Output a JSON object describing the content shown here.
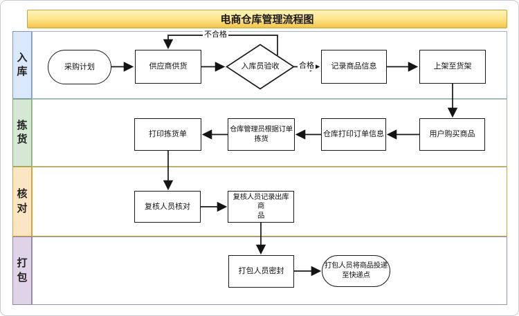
{
  "title": "电商仓库管理流程图",
  "lanes": [
    {
      "id": "inbound",
      "label": "入库",
      "fill": "#dae8fc",
      "border": "#7d97c0",
      "row_border": "#9fb0c8"
    },
    {
      "id": "picking",
      "label": "拣货",
      "fill": "#d5e8d4",
      "border": "#84a96c",
      "row_border": "#a7bf9a"
    },
    {
      "id": "checking",
      "label": "核对",
      "fill": "#fbe5c2",
      "border": "#d0a63e",
      "row_border": "#cfa43e"
    },
    {
      "id": "packing",
      "label": "打包",
      "fill": "#e0d3e8",
      "border": "#9184a8",
      "row_border": "#9d93a9"
    }
  ],
  "nodes": {
    "purchase_plan": {
      "label": "采购计划",
      "shape": "stadium",
      "lane": "入库"
    },
    "supplier_supply": {
      "label": "供应商供货",
      "shape": "rect",
      "lane": "入库"
    },
    "inspector_accept": {
      "label": "入库员验收",
      "shape": "diamond",
      "lane": "入库"
    },
    "record_product_info": {
      "label": "记录商品信息",
      "shape": "rect",
      "lane": "入库"
    },
    "shelve_goods": {
      "label": "上架至货架",
      "shape": "rect",
      "lane": "入库"
    },
    "user_purchase": {
      "label": "用户购买商品",
      "shape": "rect",
      "lane": "拣货"
    },
    "warehouse_print_order": {
      "label": "仓库打印订单信息",
      "shape": "rect",
      "lane": "拣货"
    },
    "pick_by_order": {
      "label": "仓库管理员根据订单\n拣货",
      "shape": "rect",
      "lane": "拣货"
    },
    "print_pick_list": {
      "label": "打印拣货单",
      "shape": "rect",
      "lane": "拣货"
    },
    "reviewer_verify": {
      "label": "复核人员核对",
      "shape": "rect",
      "lane": "核对"
    },
    "reviewer_record_outbound": {
      "label": "复核人员记录出库商\n品",
      "shape": "rect",
      "lane": "核对"
    },
    "packer_seal": {
      "label": "打包人员密封",
      "shape": "rect",
      "lane": "打包"
    },
    "deliver_to_courier": {
      "label": "打包人员将商品投递\n至快递点",
      "shape": "stadium",
      "lane": "打包"
    }
  },
  "edge_labels": {
    "pass": "合格",
    "fail": "不合格"
  },
  "edges": [
    {
      "from": "purchase_plan",
      "to": "supplier_supply"
    },
    {
      "from": "supplier_supply",
      "to": "inspector_accept"
    },
    {
      "from": "inspector_accept",
      "to": "record_product_info",
      "label": "合格"
    },
    {
      "from": "inspector_accept",
      "to": "supplier_supply",
      "label": "不合格"
    },
    {
      "from": "record_product_info",
      "to": "shelve_goods"
    },
    {
      "from": "shelve_goods",
      "to": "user_purchase"
    },
    {
      "from": "user_purchase",
      "to": "warehouse_print_order"
    },
    {
      "from": "warehouse_print_order",
      "to": "pick_by_order"
    },
    {
      "from": "pick_by_order",
      "to": "print_pick_list"
    },
    {
      "from": "print_pick_list",
      "to": "reviewer_verify"
    },
    {
      "from": "reviewer_verify",
      "to": "reviewer_record_outbound"
    },
    {
      "from": "reviewer_record_outbound",
      "to": "packer_seal"
    },
    {
      "from": "packer_seal",
      "to": "deliver_to_courier"
    }
  ],
  "colors": {
    "title_fill_top": "#fff3bb",
    "title_fill_bottom": "#f2c54b",
    "title_border": "#c9a23a",
    "node_fill": "#ffffff",
    "node_border": "#1a1a1a",
    "arrow": "#141414",
    "canvas_border": "#c9c9d4"
  }
}
